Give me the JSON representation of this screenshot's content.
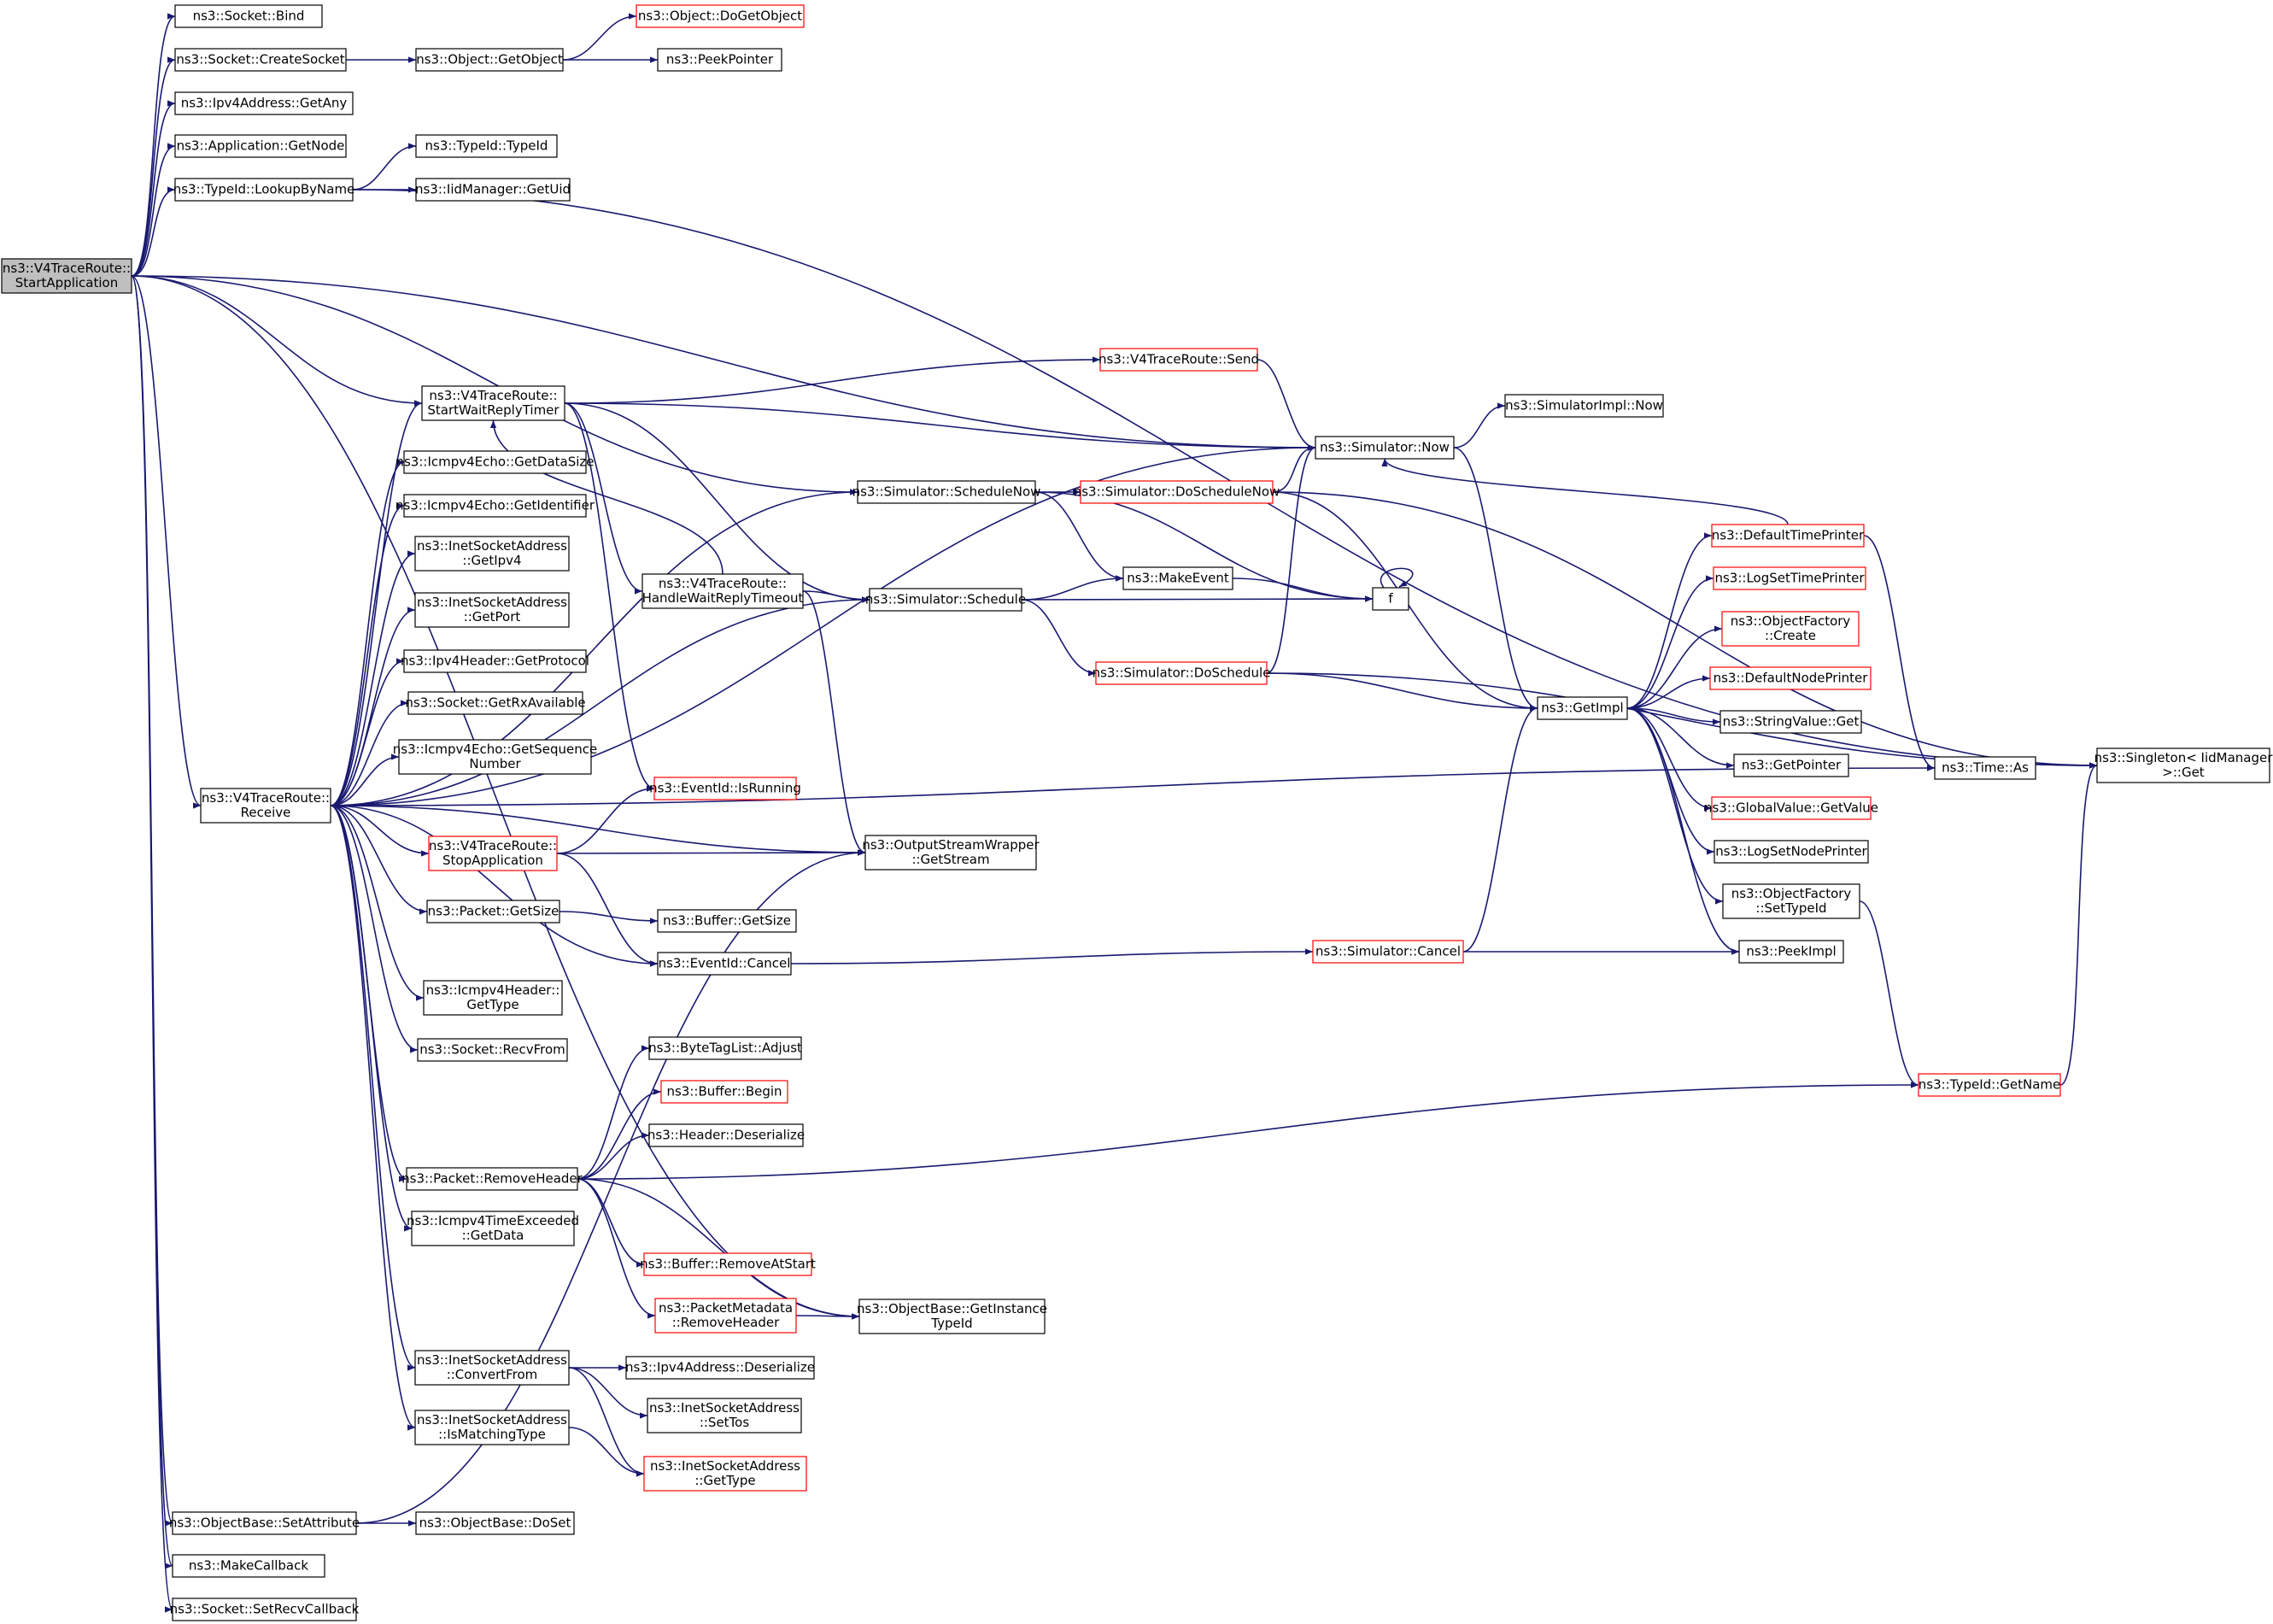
{
  "colors": {
    "edge": "#191970",
    "box_border": "#000000",
    "box_border_truncated": "#ff0000",
    "root_fill": "#bfbfbf",
    "box_fill": "#ffffff"
  },
  "nodes": [
    {
      "id": "start",
      "lines": [
        "ns3::V4TraceRoute::",
        "StartApplication"
      ],
      "style": "root"
    },
    {
      "id": "bind",
      "lines": [
        "ns3::Socket::Bind"
      ],
      "style": "normal"
    },
    {
      "id": "createsocket",
      "lines": [
        "ns3::Socket::CreateSocket"
      ],
      "style": "normal"
    },
    {
      "id": "getany",
      "lines": [
        "ns3::Ipv4Address::GetAny"
      ],
      "style": "normal"
    },
    {
      "id": "getnode",
      "lines": [
        "ns3::Application::GetNode"
      ],
      "style": "normal"
    },
    {
      "id": "lookup",
      "lines": [
        "ns3::TypeId::LookupByName"
      ],
      "style": "normal"
    },
    {
      "id": "getobject",
      "lines": [
        "ns3::Object::GetObject"
      ],
      "style": "normal"
    },
    {
      "id": "dogetobject",
      "lines": [
        "ns3::Object::DoGetObject"
      ],
      "style": "truncated"
    },
    {
      "id": "peekpointer",
      "lines": [
        "ns3::PeekPointer"
      ],
      "style": "normal"
    },
    {
      "id": "typeid",
      "lines": [
        "ns3::TypeId::TypeId"
      ],
      "style": "normal"
    },
    {
      "id": "getuid",
      "lines": [
        "ns3::IidManager::GetUid"
      ],
      "style": "normal"
    },
    {
      "id": "startwait",
      "lines": [
        "ns3::V4TraceRoute::",
        "StartWaitReplyTimer"
      ],
      "style": "normal"
    },
    {
      "id": "getdatasize",
      "lines": [
        "ns3::Icmpv4Echo::GetDataSize"
      ],
      "style": "normal"
    },
    {
      "id": "getidentifier",
      "lines": [
        "ns3::Icmpv4Echo::GetIdentifier"
      ],
      "style": "normal"
    },
    {
      "id": "getipv4",
      "lines": [
        "ns3::InetSocketAddress",
        "::GetIpv4"
      ],
      "style": "normal"
    },
    {
      "id": "getport",
      "lines": [
        "ns3::InetSocketAddress",
        "::GetPort"
      ],
      "style": "normal"
    },
    {
      "id": "getprotocol",
      "lines": [
        "ns3::Ipv4Header::GetProtocol"
      ],
      "style": "normal"
    },
    {
      "id": "getrx",
      "lines": [
        "ns3::Socket::GetRxAvailable"
      ],
      "style": "normal"
    },
    {
      "id": "getseq",
      "lines": [
        "ns3::Icmpv4Echo::GetSequence",
        "Number"
      ],
      "style": "normal"
    },
    {
      "id": "receive",
      "lines": [
        "ns3::V4TraceRoute::",
        "Receive"
      ],
      "style": "normal"
    },
    {
      "id": "stopapp",
      "lines": [
        "ns3::V4TraceRoute::",
        "StopApplication"
      ],
      "style": "truncated"
    },
    {
      "id": "pktgetsize",
      "lines": [
        "ns3::Packet::GetSize"
      ],
      "style": "normal"
    },
    {
      "id": "gettype4",
      "lines": [
        "ns3::Icmpv4Header::",
        "GetType"
      ],
      "style": "normal"
    },
    {
      "id": "recvfrom",
      "lines": [
        "ns3::Socket::RecvFrom"
      ],
      "style": "normal"
    },
    {
      "id": "removeheader",
      "lines": [
        "ns3::Packet::RemoveHeader"
      ],
      "style": "normal"
    },
    {
      "id": "tegetdata",
      "lines": [
        "ns3::Icmpv4TimeExceeded",
        "::GetData"
      ],
      "style": "normal"
    },
    {
      "id": "convertfrom",
      "lines": [
        "ns3::InetSocketAddress",
        "::ConvertFrom"
      ],
      "style": "normal"
    },
    {
      "id": "ismatching",
      "lines": [
        "ns3::InetSocketAddress",
        "::IsMatchingType"
      ],
      "style": "normal"
    },
    {
      "id": "setattribute",
      "lines": [
        "ns3::ObjectBase::SetAttribute"
      ],
      "style": "normal"
    },
    {
      "id": "makecallback",
      "lines": [
        "ns3::MakeCallback"
      ],
      "style": "normal"
    },
    {
      "id": "setrecvcb",
      "lines": [
        "ns3::Socket::SetRecvCallback"
      ],
      "style": "normal"
    },
    {
      "id": "handlewait",
      "lines": [
        "ns3::V4TraceRoute::",
        "HandleWaitReplyTimeout"
      ],
      "style": "normal"
    },
    {
      "id": "isrunning",
      "lines": [
        "ns3::EventId::IsRunning"
      ],
      "style": "truncated"
    },
    {
      "id": "buffergetsize",
      "lines": [
        "ns3::Buffer::GetSize"
      ],
      "style": "normal"
    },
    {
      "id": "eventcancel",
      "lines": [
        "ns3::EventId::Cancel"
      ],
      "style": "normal"
    },
    {
      "id": "adjust",
      "lines": [
        "ns3::ByteTagList::Adjust"
      ],
      "style": "normal"
    },
    {
      "id": "bufferbegin",
      "lines": [
        "ns3::Buffer::Begin"
      ],
      "style": "truncated"
    },
    {
      "id": "deserialize",
      "lines": [
        "ns3::Header::Deserialize"
      ],
      "style": "normal"
    },
    {
      "id": "removeatstart",
      "lines": [
        "ns3::Buffer::RemoveAtStart"
      ],
      "style": "truncated"
    },
    {
      "id": "pmremoveheader",
      "lines": [
        "ns3::PacketMetadata",
        "::RemoveHeader"
      ],
      "style": "truncated"
    },
    {
      "id": "ipv4deser",
      "lines": [
        "ns3::Ipv4Address::Deserialize"
      ],
      "style": "normal"
    },
    {
      "id": "settos",
      "lines": [
        "ns3::InetSocketAddress",
        "::SetTos"
      ],
      "style": "normal"
    },
    {
      "id": "isagettype",
      "lines": [
        "ns3::InetSocketAddress",
        "::GetType"
      ],
      "style": "truncated"
    },
    {
      "id": "doset",
      "lines": [
        "ns3::ObjectBase::DoSet"
      ],
      "style": "normal"
    },
    {
      "id": "schedulenow",
      "lines": [
        "ns3::Simulator::ScheduleNow"
      ],
      "style": "normal"
    },
    {
      "id": "schedule",
      "lines": [
        "ns3::Simulator::Schedule"
      ],
      "style": "normal"
    },
    {
      "id": "getstream",
      "lines": [
        "ns3::OutputStreamWrapper",
        "::GetStream"
      ],
      "style": "normal"
    },
    {
      "id": "getinstance",
      "lines": [
        "ns3::ObjectBase::GetInstance",
        "TypeId"
      ],
      "style": "normal"
    },
    {
      "id": "send",
      "lines": [
        "ns3::V4TraceRoute::Send"
      ],
      "style": "truncated"
    },
    {
      "id": "doschednow",
      "lines": [
        "ns3::Simulator::DoScheduleNow"
      ],
      "style": "truncated"
    },
    {
      "id": "makeevent",
      "lines": [
        "ns3::MakeEvent"
      ],
      "style": "normal"
    },
    {
      "id": "dosched",
      "lines": [
        "ns3::Simulator::DoSchedule"
      ],
      "style": "truncated"
    },
    {
      "id": "simcancel",
      "lines": [
        "ns3::Simulator::Cancel"
      ],
      "style": "truncated"
    },
    {
      "id": "now",
      "lines": [
        "ns3::Simulator::Now"
      ],
      "style": "normal"
    },
    {
      "id": "f",
      "lines": [
        "f"
      ],
      "style": "normal"
    },
    {
      "id": "implnow",
      "lines": [
        "ns3::SimulatorImpl::Now"
      ],
      "style": "normal"
    },
    {
      "id": "getimpl",
      "lines": [
        "ns3::GetImpl"
      ],
      "style": "normal"
    },
    {
      "id": "deftimeprinter",
      "lines": [
        "ns3::DefaultTimePrinter"
      ],
      "style": "truncated"
    },
    {
      "id": "logsettime",
      "lines": [
        "ns3::LogSetTimePrinter"
      ],
      "style": "truncated"
    },
    {
      "id": "ofcreate",
      "lines": [
        "ns3::ObjectFactory",
        "::Create"
      ],
      "style": "truncated"
    },
    {
      "id": "defnodeprinter",
      "lines": [
        "ns3::DefaultNodePrinter"
      ],
      "style": "truncated"
    },
    {
      "id": "stringget",
      "lines": [
        "ns3::StringValue::Get"
      ],
      "style": "normal"
    },
    {
      "id": "getpointer",
      "lines": [
        "ns3::GetPointer"
      ],
      "style": "normal"
    },
    {
      "id": "gvgetvalue",
      "lines": [
        "ns3::GlobalValue::GetValue"
      ],
      "style": "truncated"
    },
    {
      "id": "logsetnode",
      "lines": [
        "ns3::LogSetNodePrinter"
      ],
      "style": "normal"
    },
    {
      "id": "ofsettypeid",
      "lines": [
        "ns3::ObjectFactory",
        "::SetTypeId"
      ],
      "style": "normal"
    },
    {
      "id": "peekimpl",
      "lines": [
        "ns3::PeekImpl"
      ],
      "style": "normal"
    },
    {
      "id": "typeidgetname",
      "lines": [
        "ns3::TypeId::GetName"
      ],
      "style": "truncated"
    },
    {
      "id": "timeas",
      "lines": [
        "ns3::Time::As"
      ],
      "style": "normal"
    },
    {
      "id": "singleton",
      "lines": [
        "ns3::Singleton< IidManager",
        " >::Get"
      ],
      "style": "normal"
    }
  ],
  "edges": [
    [
      "start",
      "bind"
    ],
    [
      "start",
      "createsocket"
    ],
    [
      "start",
      "getany"
    ],
    [
      "start",
      "getnode"
    ],
    [
      "start",
      "lookup"
    ],
    [
      "start",
      "now"
    ],
    [
      "start",
      "schedulenow"
    ],
    [
      "start",
      "startwait"
    ],
    [
      "start",
      "receive"
    ],
    [
      "start",
      "setattribute"
    ],
    [
      "start",
      "makecallback"
    ],
    [
      "start",
      "setrecvcb"
    ],
    [
      "start",
      "getinstance"
    ],
    [
      "createsocket",
      "getobject"
    ],
    [
      "getobject",
      "dogetobject"
    ],
    [
      "getobject",
      "peekpointer"
    ],
    [
      "lookup",
      "typeid"
    ],
    [
      "lookup",
      "getuid"
    ],
    [
      "lookup",
      "singleton"
    ],
    [
      "startwait",
      "send"
    ],
    [
      "startwait",
      "now"
    ],
    [
      "startwait",
      "handlewait"
    ],
    [
      "startwait",
      "schedule"
    ],
    [
      "startwait",
      "isrunning"
    ],
    [
      "receive",
      "getdatasize"
    ],
    [
      "receive",
      "getidentifier"
    ],
    [
      "receive",
      "getipv4"
    ],
    [
      "receive",
      "getport"
    ],
    [
      "receive",
      "getprotocol"
    ],
    [
      "receive",
      "getrx"
    ],
    [
      "receive",
      "getseq"
    ],
    [
      "receive",
      "stopapp"
    ],
    [
      "receive",
      "pktgetsize"
    ],
    [
      "receive",
      "gettype4"
    ],
    [
      "receive",
      "recvfrom"
    ],
    [
      "receive",
      "removeheader"
    ],
    [
      "receive",
      "tegetdata"
    ],
    [
      "receive",
      "convertfrom"
    ],
    [
      "receive",
      "ismatching"
    ],
    [
      "receive",
      "startwait"
    ],
    [
      "receive",
      "now"
    ],
    [
      "receive",
      "schedulenow"
    ],
    [
      "receive",
      "schedule"
    ],
    [
      "receive",
      "getstream"
    ],
    [
      "receive",
      "eventcancel"
    ],
    [
      "receive",
      "timeas"
    ],
    [
      "stopapp",
      "isrunning"
    ],
    [
      "stopapp",
      "getstream"
    ],
    [
      "stopapp",
      "eventcancel"
    ],
    [
      "pktgetsize",
      "buffergetsize"
    ],
    [
      "removeheader",
      "adjust"
    ],
    [
      "removeheader",
      "bufferbegin"
    ],
    [
      "removeheader",
      "deserialize"
    ],
    [
      "removeheader",
      "removeatstart"
    ],
    [
      "removeheader",
      "pmremoveheader"
    ],
    [
      "removeheader",
      "getinstance"
    ],
    [
      "removeheader",
      "typeidgetname"
    ],
    [
      "pmremoveheader",
      "getinstance"
    ],
    [
      "convertfrom",
      "ipv4deser"
    ],
    [
      "convertfrom",
      "settos"
    ],
    [
      "convertfrom",
      "isagettype"
    ],
    [
      "ismatching",
      "isagettype"
    ],
    [
      "setattribute",
      "doset"
    ],
    [
      "setattribute",
      "getstream"
    ],
    [
      "handlewait",
      "startwait"
    ],
    [
      "handlewait",
      "schedule"
    ],
    [
      "handlewait",
      "getstream"
    ],
    [
      "schedulenow",
      "doschednow"
    ],
    [
      "schedulenow",
      "makeevent"
    ],
    [
      "schedulenow",
      "f"
    ],
    [
      "schedule",
      "makeevent"
    ],
    [
      "schedule",
      "f"
    ],
    [
      "schedule",
      "dosched"
    ],
    [
      "send",
      "now"
    ],
    [
      "doschednow",
      "now"
    ],
    [
      "doschednow",
      "getimpl"
    ],
    [
      "doschednow",
      "singleton"
    ],
    [
      "makeevent",
      "f"
    ],
    [
      "f",
      "f"
    ],
    [
      "dosched",
      "now"
    ],
    [
      "dosched",
      "getimpl"
    ],
    [
      "dosched",
      "singleton"
    ],
    [
      "eventcancel",
      "simcancel"
    ],
    [
      "simcancel",
      "getimpl"
    ],
    [
      "simcancel",
      "peekimpl"
    ],
    [
      "now",
      "implnow"
    ],
    [
      "now",
      "getimpl"
    ],
    [
      "getimpl",
      "deftimeprinter"
    ],
    [
      "getimpl",
      "logsettime"
    ],
    [
      "getimpl",
      "ofcreate"
    ],
    [
      "getimpl",
      "defnodeprinter"
    ],
    [
      "getimpl",
      "stringget"
    ],
    [
      "getimpl",
      "getpointer"
    ],
    [
      "getimpl",
      "gvgetvalue"
    ],
    [
      "getimpl",
      "logsetnode"
    ],
    [
      "getimpl",
      "ofsettypeid"
    ],
    [
      "getimpl",
      "peekimpl"
    ],
    [
      "deftimeprinter",
      "now"
    ],
    [
      "deftimeprinter",
      "timeas"
    ],
    [
      "ofsettypeid",
      "typeidgetname"
    ],
    [
      "typeidgetname",
      "singleton"
    ]
  ]
}
